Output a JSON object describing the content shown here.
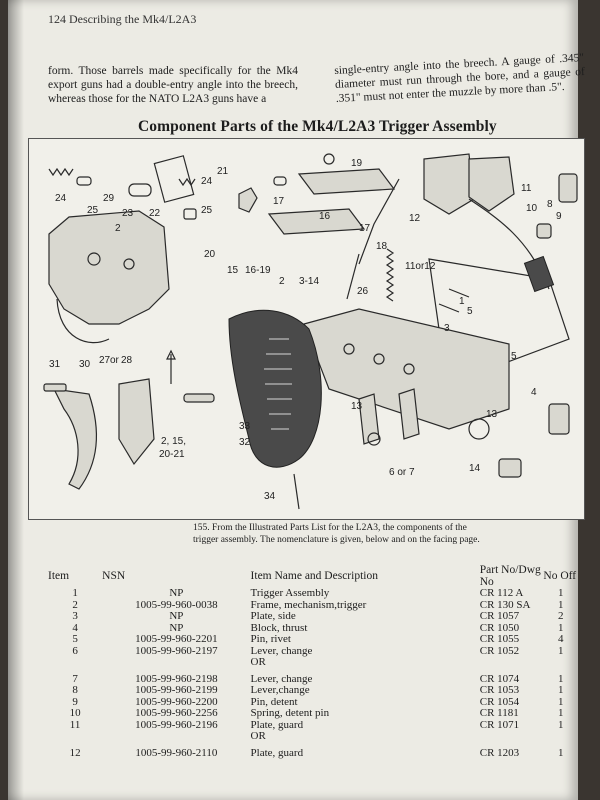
{
  "running_head": "124 Describing the Mk4/L2A3",
  "body_text": {
    "left": "form. Those barrels made specifically for the Mk4 export guns had a double-entry angle into the breech, whereas those for the NATO L2A3 guns have a",
    "right": "single-entry angle into the breech. A gauge of .345\" diameter must run through the bore, and a gauge of .351\" must not enter the muzzle by more than .5\"."
  },
  "figure": {
    "title": "Component Parts of the Mk4/L2A3 Trigger Assembly",
    "labels": [
      "24",
      "29",
      "23",
      "22",
      "24",
      "21",
      "25",
      "25",
      "20",
      "19",
      "17",
      "16",
      "17",
      "18",
      "12",
      "11",
      "10",
      "8",
      "9",
      "15",
      "16-19",
      "2",
      "3-14",
      "26",
      "11or12",
      "1",
      "5",
      "3",
      "5",
      "4",
      "31",
      "30",
      "27",
      "or",
      "28",
      "33",
      "32",
      "2, 15,",
      "20-21",
      "13",
      "13",
      "6 or 7",
      "14",
      "34",
      "2"
    ]
  },
  "caption": "155. From the Illustrated Parts List for the L2A3, the components of the trigger assembly. The nomenclature is given, below and on the facing page.",
  "table": {
    "headers": {
      "item": "Item",
      "nsn": "NSN",
      "name": "Item Name and Description",
      "part": "Part No/Dwg No",
      "no_off": "No Off"
    },
    "rows": [
      {
        "item": "1",
        "nsn": "NP",
        "name": "Trigger Assembly",
        "part": "CR 112 A",
        "no_off": "1"
      },
      {
        "item": "2",
        "nsn": "1005-99-960-0038",
        "name": "Frame, mechanism,trigger",
        "part": "CR 130 SA",
        "no_off": "1"
      },
      {
        "item": "3",
        "nsn": "NP",
        "name": "Plate, side",
        "part": "CR 1057",
        "no_off": "2"
      },
      {
        "item": "4",
        "nsn": "NP",
        "name": "Block, thrust",
        "part": "CR 1050",
        "no_off": "1"
      },
      {
        "item": "5",
        "nsn": "1005-99-960-2201",
        "name": "Pin, rivet",
        "part": "CR 1055",
        "no_off": "4"
      },
      {
        "item": "6",
        "nsn": "1005-99-960-2197",
        "name": "Lever, change",
        "part": "CR 1052",
        "no_off": "1"
      },
      {
        "item": "",
        "nsn": "",
        "name": "OR",
        "part": "",
        "no_off": ""
      },
      {
        "item": "7",
        "nsn": "1005-99-960-2198",
        "name": "Lever, change",
        "part": "CR 1074",
        "no_off": "1"
      },
      {
        "item": "8",
        "nsn": "1005-99-960-2199",
        "name": "Lever,change",
        "part": "CR 1053",
        "no_off": "1"
      },
      {
        "item": "9",
        "nsn": "1005-99-960-2200",
        "name": "Pin, detent",
        "part": "CR 1054",
        "no_off": "1"
      },
      {
        "item": "10",
        "nsn": "1005-99-960-2256",
        "name": "Spring, detent pin",
        "part": "CR 1181",
        "no_off": "1"
      },
      {
        "item": "11",
        "nsn": "1005-99-960-2196",
        "name": "Plate, guard",
        "part": "CR 1071",
        "no_off": "1"
      },
      {
        "item": "",
        "nsn": "",
        "name": "OR",
        "part": "",
        "no_off": ""
      },
      {
        "item": "12",
        "nsn": "1005-99-960-2110",
        "name": "Plate, guard",
        "part": "CR 1203",
        "no_off": "1"
      }
    ]
  }
}
